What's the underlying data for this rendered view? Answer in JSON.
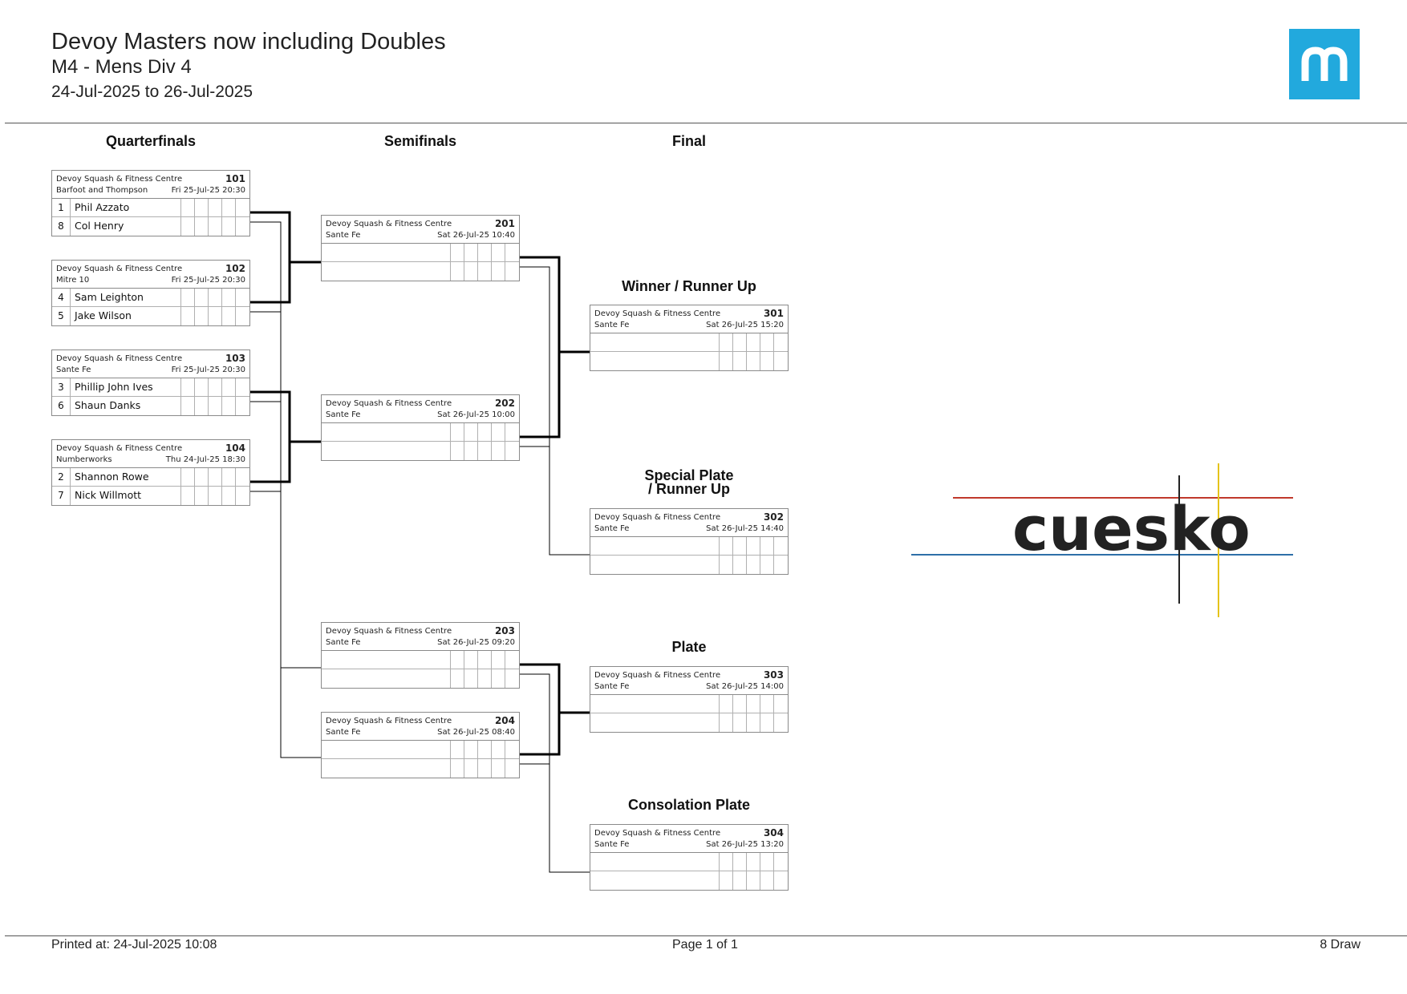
{
  "header": {
    "title": "Devoy Masters now including Doubles",
    "subtitle": "M4 - Mens Div 4",
    "dates": "24-Jul-2025 to 26-Jul-2025",
    "logo_icon": "m-logo-icon",
    "logo_color": "#22a9dd"
  },
  "rounds": {
    "quarterfinals": "Quarterfinals",
    "semifinals": "Semifinals",
    "final": "Final"
  },
  "labels": {
    "winner": "Winner / Runner Up",
    "special_1": "Special Plate",
    "special_2": "/ Runner Up",
    "plate": "Plate",
    "consolation": "Consolation Plate"
  },
  "matches": {
    "m101": {
      "venue": "Devoy Squash & Fitness Centre",
      "num": "101",
      "sponsor": "Barfoot and Thompson",
      "time": "Fri 25-Jul-25 20:30",
      "p1": {
        "seed": "1",
        "name": "Phil Azzato"
      },
      "p2": {
        "seed": "8",
        "name": "Col Henry"
      }
    },
    "m102": {
      "venue": "Devoy Squash & Fitness Centre",
      "num": "102",
      "sponsor": "Mitre 10",
      "time": "Fri 25-Jul-25 20:30",
      "p1": {
        "seed": "4",
        "name": "Sam Leighton"
      },
      "p2": {
        "seed": "5",
        "name": "Jake Wilson"
      }
    },
    "m103": {
      "venue": "Devoy Squash & Fitness Centre",
      "num": "103",
      "sponsor": "Sante Fe",
      "time": "Fri 25-Jul-25 20:30",
      "p1": {
        "seed": "3",
        "name": "Phillip John Ives"
      },
      "p2": {
        "seed": "6",
        "name": "Shaun Danks"
      }
    },
    "m104": {
      "venue": "Devoy Squash & Fitness Centre",
      "num": "104",
      "sponsor": "Numberworks",
      "time": "Thu 24-Jul-25 18:30",
      "p1": {
        "seed": "2",
        "name": "Shannon Rowe"
      },
      "p2": {
        "seed": "7",
        "name": "Nick Willmott"
      }
    },
    "m201": {
      "venue": "Devoy Squash & Fitness Centre",
      "num": "201",
      "sponsor": "Sante Fe",
      "time": "Sat 26-Jul-25 10:40"
    },
    "m202": {
      "venue": "Devoy Squash & Fitness Centre",
      "num": "202",
      "sponsor": "Sante Fe",
      "time": "Sat 26-Jul-25 10:00"
    },
    "m203": {
      "venue": "Devoy Squash & Fitness Centre",
      "num": "203",
      "sponsor": "Sante Fe",
      "time": "Sat 26-Jul-25 09:20"
    },
    "m204": {
      "venue": "Devoy Squash & Fitness Centre",
      "num": "204",
      "sponsor": "Sante Fe",
      "time": "Sat 26-Jul-25 08:40"
    },
    "m301": {
      "venue": "Devoy Squash & Fitness Centre",
      "num": "301",
      "sponsor": "Sante Fe",
      "time": "Sat 26-Jul-25 15:20"
    },
    "m302": {
      "venue": "Devoy Squash & Fitness Centre",
      "num": "302",
      "sponsor": "Sante Fe",
      "time": "Sat 26-Jul-25 14:40"
    },
    "m303": {
      "venue": "Devoy Squash & Fitness Centre",
      "num": "303",
      "sponsor": "Sante Fe",
      "time": "Sat 26-Jul-25 14:00"
    },
    "m304": {
      "venue": "Devoy Squash & Fitness Centre",
      "num": "304",
      "sponsor": "Sante Fe",
      "time": "Sat 26-Jul-25 13:20"
    }
  },
  "sponsor_logo": {
    "text": "cuesko",
    "colors": {
      "red": "#c0392b",
      "blue": "#2e6fa8",
      "yellow": "#e5c31a",
      "black": "#222222"
    }
  },
  "footer": {
    "printed": "Printed at: 24-Jul-2025 10:08",
    "page": "Page 1 of 1",
    "draw": "8 Draw"
  }
}
